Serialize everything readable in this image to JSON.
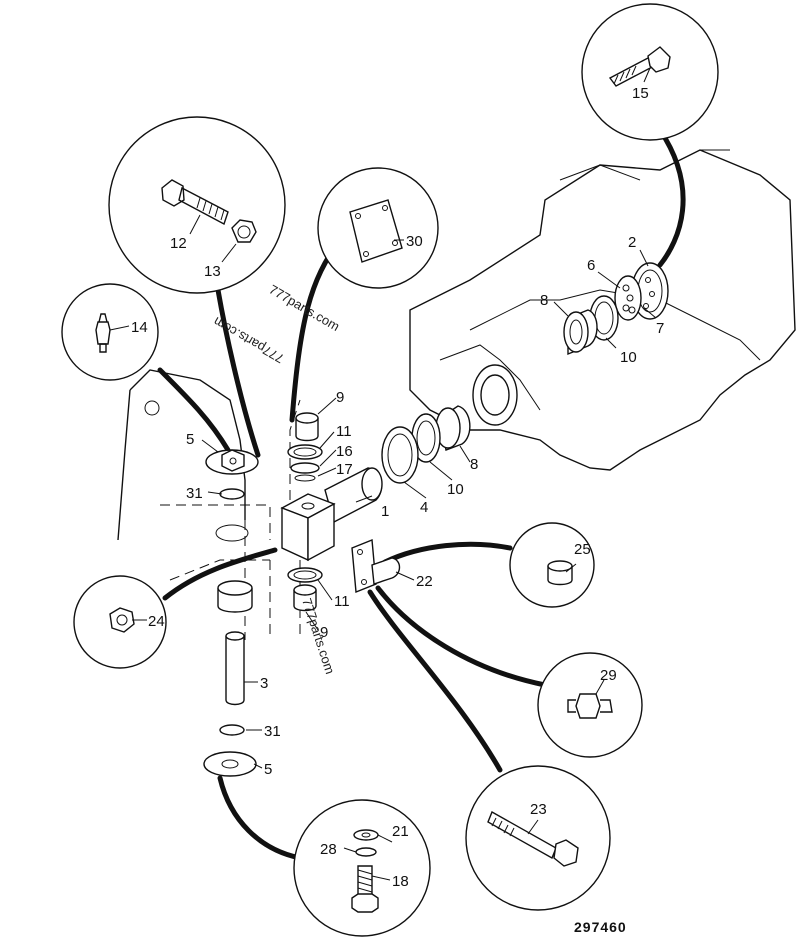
{
  "diagram": {
    "drawing_number": "297460",
    "watermarks": [
      "777parts.com",
      "777parts.com",
      "777parts.com"
    ],
    "callouts": {
      "c1": "1",
      "c2": "2",
      "c3": "3",
      "c4": "4",
      "c5a": "5",
      "c5b": "5",
      "c6": "6",
      "c7": "7",
      "c8a": "8",
      "c8b": "8",
      "c9a": "9",
      "c9b": "9",
      "c10a": "10",
      "c10b": "10",
      "c11a": "11",
      "c11b": "11",
      "c12": "12",
      "c13": "13",
      "c14": "14",
      "c15": "15",
      "c16": "16",
      "c17": "17",
      "c18": "18",
      "c21": "21",
      "c22": "22",
      "c23": "23",
      "c24": "24",
      "c25": "25",
      "c28": "28",
      "c29": "29",
      "c30": "30",
      "c31a": "31",
      "c31b": "31"
    }
  }
}
